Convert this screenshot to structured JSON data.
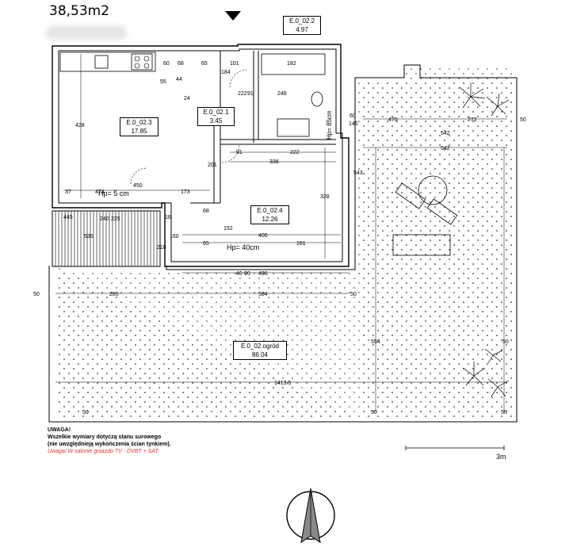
{
  "header": {
    "area_label": "38,53m2"
  },
  "rooms": [
    {
      "id": "E.0_02.2",
      "area": "4.97"
    },
    {
      "id": "E.0_02.1",
      "area": "3.45"
    },
    {
      "id": "E.0_02.3",
      "area": "17.85"
    },
    {
      "id": "E.0_02.4",
      "area": "12.26"
    },
    {
      "id": "E.0_02.ogród",
      "area": "86.04"
    }
  ],
  "height_labels": {
    "hp_living": "Hp= 5 cm",
    "hp_bedroom": "Hp= 40cm",
    "hp_bath": "Hp= 85cm"
  },
  "dimensions": {
    "d60a": "60",
    "d68a": "68",
    "d65a": "65",
    "d101": "101",
    "d184": "184",
    "d182": "182",
    "d55": "55",
    "d44": "44",
    "d24a": "24",
    "d428": "428",
    "d37": "37",
    "d474": "474",
    "d450": "450",
    "d173": "173",
    "d222a": "222",
    "d91a": "91",
    "d248": "248",
    "d145": "145",
    "d60b": "60",
    "d91b": "91",
    "d222b": "222",
    "d338": "338",
    "d201": "201",
    "d328": "328",
    "d68b": "68",
    "d152": "152",
    "d406": "406",
    "d65b": "65",
    "d181": "181",
    "d160": "160",
    "d486": "486",
    "d40": "40",
    "d90": "90",
    "d240": "240",
    "d225": "225",
    "d445": "445",
    "d16": "16",
    "d535": "535",
    "d218": "218",
    "d50a": "50",
    "d285": "285",
    "d584": "584",
    "d50b": "50",
    "d1413": "1413.5",
    "d50c": "50",
    "d470": "470",
    "d272": "272",
    "d542a": "542",
    "d542b": "542",
    "d543": "543",
    "d554": "554",
    "d50d": "50",
    "d50e": "50",
    "d50f": "50",
    "d50g": "50"
  },
  "notes": {
    "title": "UWAGA!",
    "line1": "Wszelkie wymiary dotyczą stanu surowego",
    "line2": "(nie uwzględnieją wykończenia ścian tynkiem).",
    "line3": "Uwaga! W salonie gniazdo TV -  DVBT + SAT"
  },
  "scale": {
    "label": "3m"
  },
  "colors": {
    "ink": "#000000",
    "warning": "#e8322d",
    "dots": "#333333"
  }
}
